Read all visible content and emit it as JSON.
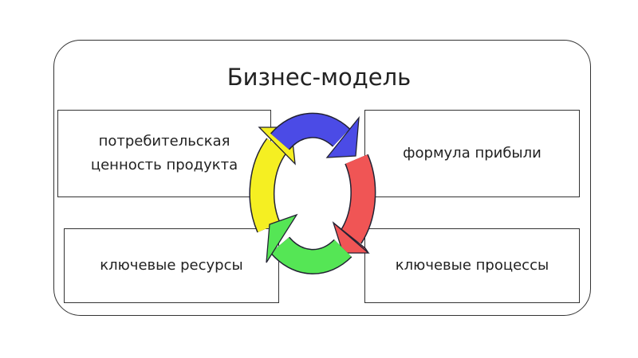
{
  "title": "Бизнес-модель",
  "boxes": {
    "top_left": "потребительская ценность продукта",
    "top_right": "формула прибыли",
    "bottom_left": "ключевые ресурсы",
    "bottom_right": "ключевые процессы"
  },
  "cycle_colors": {
    "blue": "#4b4be6",
    "red": "#f05555",
    "green": "#55e655",
    "yellow": "#f5ef22"
  }
}
